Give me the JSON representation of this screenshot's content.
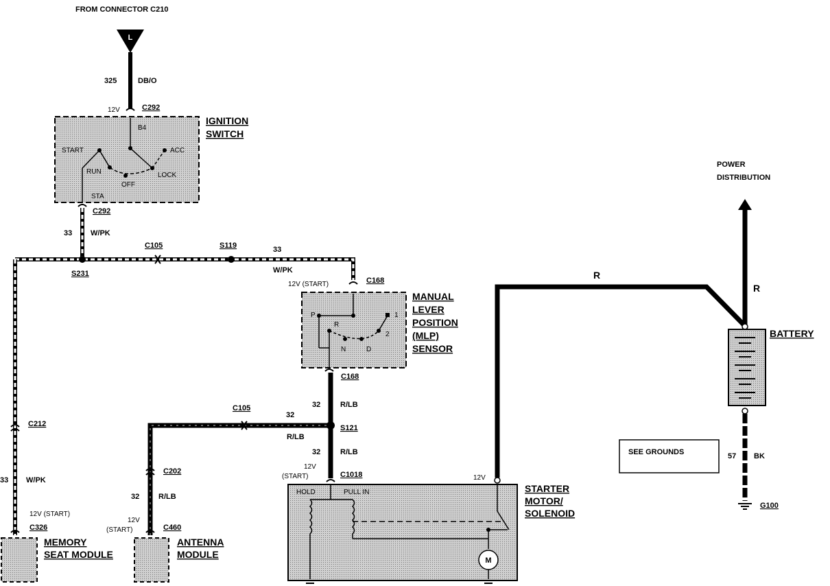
{
  "header": {
    "from_connector": "FROM CONNECTOR C210"
  },
  "feed": {
    "symbol": "L",
    "circuit": "325",
    "color": "DB/O"
  },
  "ignition_switch": {
    "name_line1": "IGNITION",
    "name_line2": "SWITCH",
    "voltage": "12V",
    "connector_top": "C292",
    "connector_bottom": "C292",
    "contacts": {
      "b4": "B4",
      "start": "START",
      "acc": "ACC",
      "run": "RUN",
      "lock": "LOCK",
      "off": "OFF",
      "sta": "STA"
    }
  },
  "wire_33_top": {
    "circuit": "33",
    "color": "W/PK"
  },
  "splices": {
    "s231": "S231",
    "s119": "S119",
    "s121": "S121"
  },
  "connectors": {
    "c105_top": "C105",
    "c168_top": "C168",
    "c168_bottom": "C168",
    "c105_mid": "C105",
    "c212": "C212",
    "c202": "C202",
    "c326": "C326",
    "c460": "C460",
    "c1018": "C1018"
  },
  "wire_33_right": {
    "circuit": "33",
    "color": "W/PK"
  },
  "mlp_sensor": {
    "voltage": "12V (START)",
    "name": [
      "MANUAL",
      "LEVER",
      "POSITION",
      "(MLP)",
      "SENSOR"
    ],
    "contacts": {
      "p": "P",
      "r": "R",
      "n": "N",
      "d": "D",
      "one": "1",
      "two": "2"
    }
  },
  "wire_32_a": {
    "circuit": "32",
    "color": "R/LB"
  },
  "wire_32_mid": {
    "circuit": "32",
    "color": "R/LB"
  },
  "wire_32_b": {
    "circuit": "32",
    "color": "R/LB"
  },
  "wire_32_antenna": {
    "circuit": "32",
    "color": "R/LB"
  },
  "wire_33_left": {
    "circuit": "33",
    "color": "W/PK"
  },
  "memory_seat": {
    "voltage": "12V (START)",
    "line1": "MEMORY",
    "line2": "SEAT MODULE"
  },
  "antenna": {
    "voltage1": "12V",
    "voltage2": "(START)",
    "line1": "ANTENNA",
    "line2": "MODULE"
  },
  "starter": {
    "voltage1": "12V",
    "voltage2": "(START)",
    "voltage_right": "12V",
    "hold": "HOLD",
    "pull_in": "PULL IN",
    "motor": "M",
    "line1": "STARTER",
    "line2": "MOTOR/",
    "line3": "SOLENOID"
  },
  "battery_cable": {
    "color": "R"
  },
  "power_distribution": {
    "line1": "POWER",
    "line2": "DISTRIBUTION",
    "color": "R"
  },
  "battery": {
    "name": "BATTERY"
  },
  "ground": {
    "circuit": "57",
    "color": "BK",
    "ground": "G100"
  },
  "see_grounds": "SEE GROUNDS"
}
